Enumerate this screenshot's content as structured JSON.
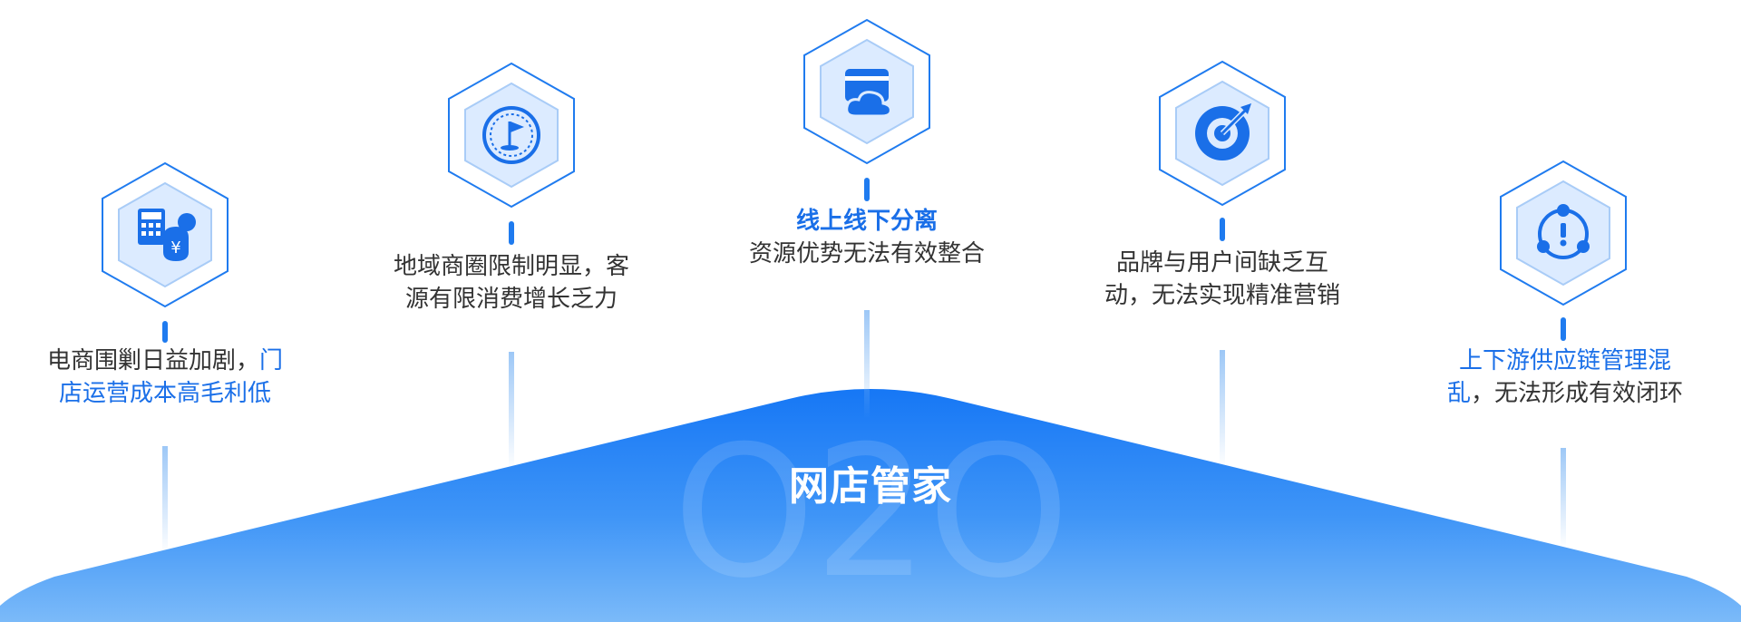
{
  "brand": {
    "title": "网店管家",
    "watermark": "O2O"
  },
  "colors": {
    "accent": "#1a6fe8",
    "text": "#333333",
    "hex_fill": "#dcebff",
    "hex_stroke": "#1f7bef"
  },
  "features": [
    {
      "icon": "calculator-yen-icon",
      "text_before": "电商围剿日益加剧，",
      "text_highlight": "门店运营成本高毛利低",
      "text_after": ""
    },
    {
      "icon": "flag-target-icon",
      "text": "地域商圈限制明显，客源有限消费增长乏力"
    },
    {
      "icon": "cloud-card-icon",
      "heading": "线上线下分离",
      "text": "资源优势无法有效整合"
    },
    {
      "icon": "dart-target-icon",
      "text": "品牌与用户间缺乏互动，无法实现精准营销"
    },
    {
      "icon": "supply-chain-alert-icon",
      "text_highlight": "上下游供应链管理混乱",
      "text_after": "，无法形成有效闭环"
    }
  ]
}
